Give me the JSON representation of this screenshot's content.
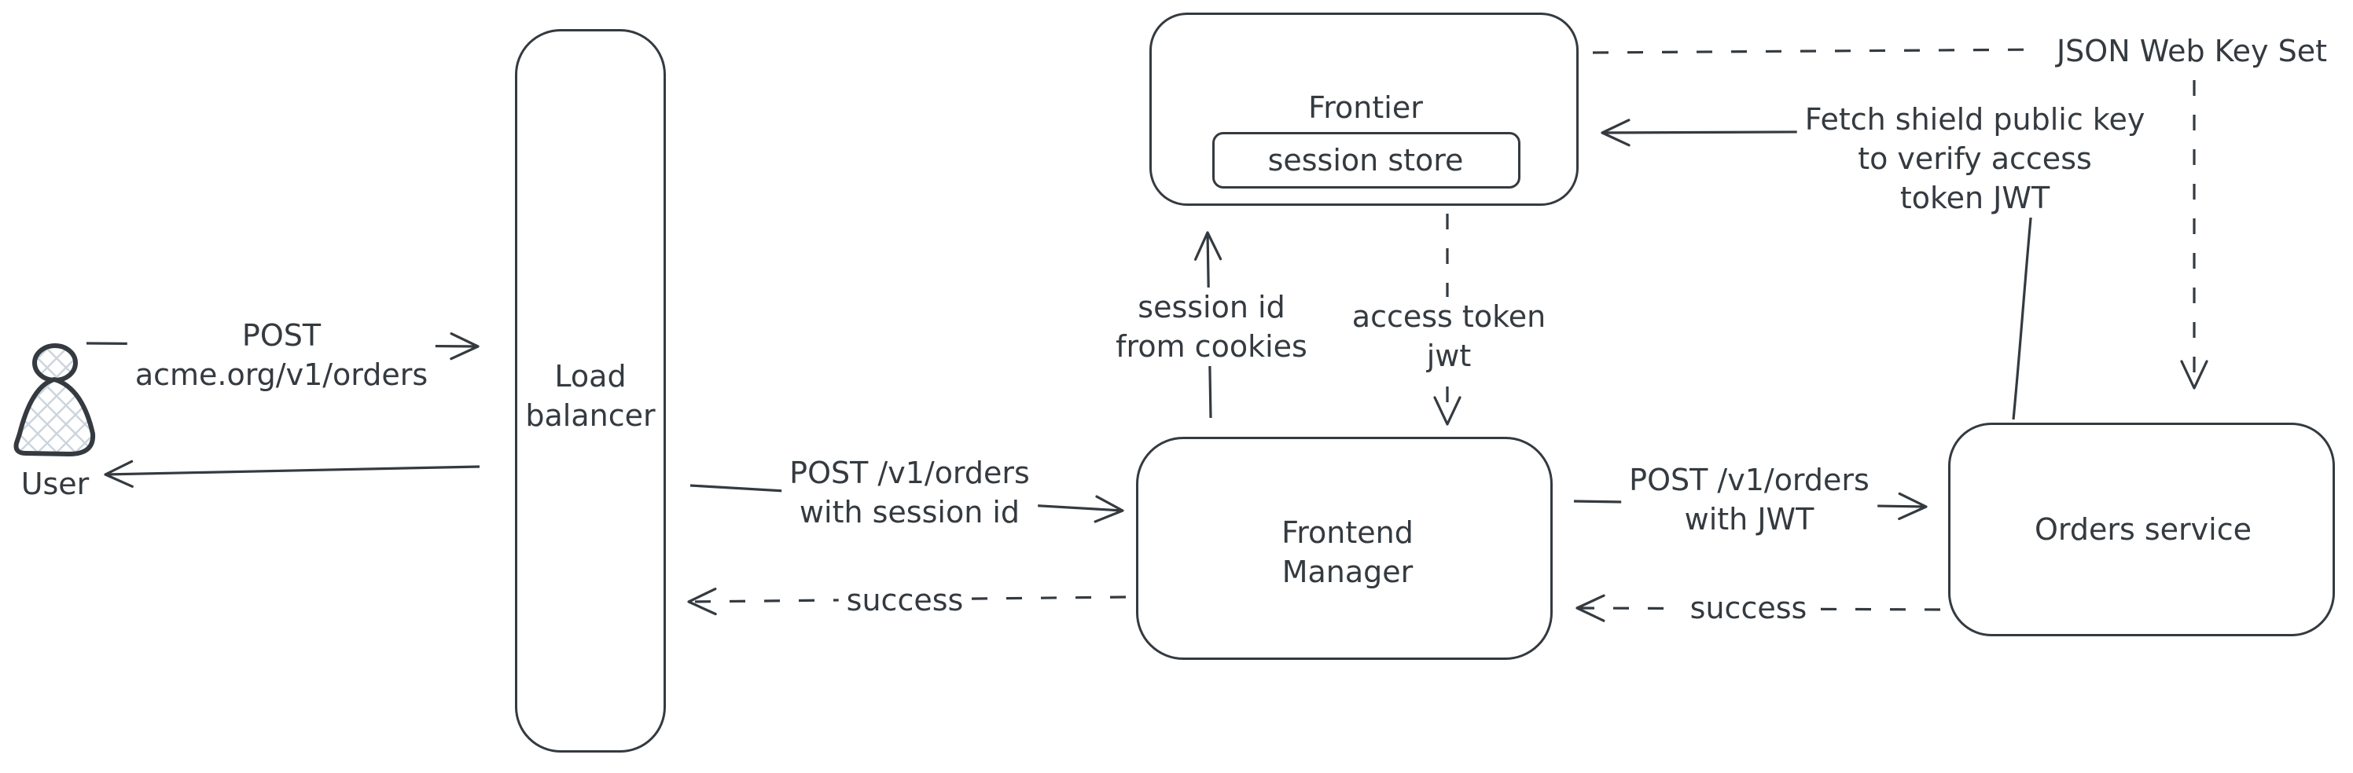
{
  "diagram_type": "architecture-flow-diagram",
  "style": {
    "stroke_color": "#343a40",
    "background_color": "#ffffff",
    "hatch_color": "#ccd5de"
  },
  "nodes": {
    "user": {
      "label": "User",
      "type": "actor"
    },
    "load_balancer": {
      "label_lines": [
        "Load",
        "balancer"
      ]
    },
    "frontier": {
      "label": "Frontier"
    },
    "session_store": {
      "label": "session store"
    },
    "frontend_manager": {
      "label_lines": [
        "Frontend",
        "Manager"
      ]
    },
    "orders_service": {
      "label": "Orders service"
    }
  },
  "edges": {
    "user_to_load_balancer": {
      "from": "user",
      "to": "load_balancer",
      "style": "solid",
      "label_lines": [
        "POST",
        "acme.org/v1/orders"
      ]
    },
    "load_balancer_to_user": {
      "from": "load_balancer",
      "to": "user",
      "style": "solid",
      "label_lines": []
    },
    "load_balancer_to_frontend_manager": {
      "from": "load_balancer",
      "to": "frontend_manager",
      "style": "solid",
      "label_lines": [
        "POST /v1/orders",
        "with session id"
      ]
    },
    "frontend_manager_to_load_balancer": {
      "from": "frontend_manager",
      "to": "load_balancer",
      "style": "dashed",
      "label_lines": [
        "success"
      ]
    },
    "frontend_manager_to_frontier": {
      "from": "frontend_manager",
      "to": "frontier",
      "style": "solid",
      "label_lines": [
        "session id",
        "from cookies"
      ]
    },
    "frontier_to_frontend_manager": {
      "from": "frontier",
      "to": "frontend_manager",
      "style": "dashed",
      "label_lines": [
        "access token",
        "jwt"
      ]
    },
    "frontend_manager_to_orders_service": {
      "from": "frontend_manager",
      "to": "orders_service",
      "style": "solid",
      "label_lines": [
        "POST /v1/orders",
        "with JWT"
      ]
    },
    "orders_service_to_frontend_manager": {
      "from": "orders_service",
      "to": "frontend_manager",
      "style": "dashed",
      "label_lines": [
        "success"
      ]
    },
    "frontier_jwks_to_orders_service": {
      "from": "frontier",
      "to": "orders_service",
      "style": "dashed",
      "label_lines": [
        "JSON Web Key Set"
      ]
    },
    "orders_service_to_frontier": {
      "from": "orders_service",
      "to": "frontier",
      "style": "solid",
      "label_lines": [
        "Fetch shield public key",
        "to verify access",
        "token JWT"
      ]
    }
  }
}
